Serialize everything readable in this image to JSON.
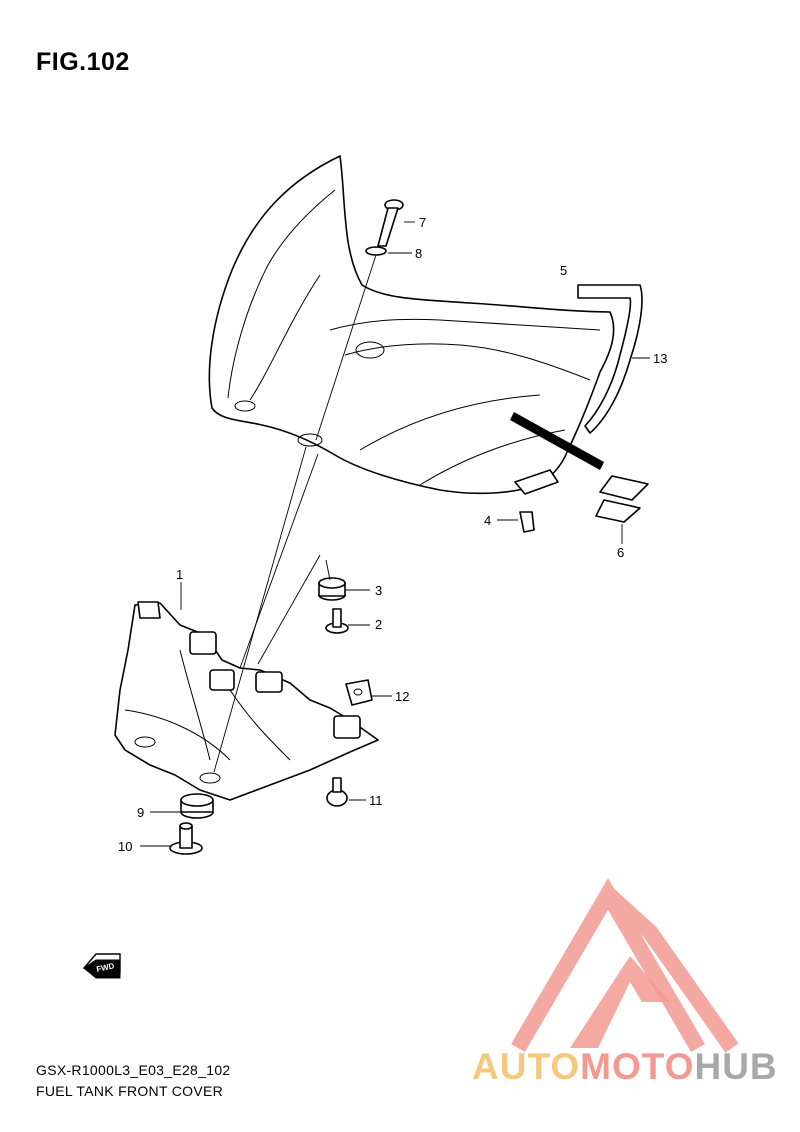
{
  "figure": {
    "title": "FIG.102",
    "model_code": "GSX-R1000L3_E03_E28_102",
    "caption": "FUEL TANK FRONT COVER"
  },
  "callouts": [
    "1",
    "2",
    "3",
    "4",
    "5",
    "6",
    "7",
    "8",
    "9",
    "10",
    "11",
    "12",
    "13"
  ],
  "fwd_label": "FWD",
  "watermark": {
    "word_1": "AUTO",
    "word_2": "MOTO",
    "word_3": "HUB",
    "colors": {
      "auto": "#f5c97d",
      "moto": "#f29a92",
      "hub": "#a8a8a8",
      "logo": "#f29a92"
    }
  }
}
